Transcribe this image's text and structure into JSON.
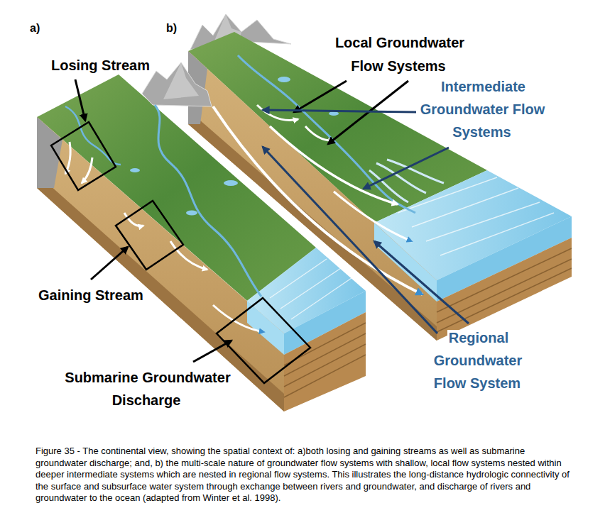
{
  "diagram": {
    "caption": "Figure 35 - The continental view, showing the spatial context of: a)both losing and gaining streams as well as submarine groundwater discharge; and, b) the multi-scale nature of groundwater flow systems with shallow, local flow systems nested within deeper intermediate systems which are nested in regional flow systems. This illustrates the long-distance hydrologic connectivity of the surface and subsurface water system through exchange between rivers and groundwater, and discharge of rivers and groundwater to the ocean (adapted from Winter et al. 1998).",
    "labels": [
      "a)",
      "b)",
      "Losing Stream",
      "Gaining Stream",
      "Submarine Groundwater Discharge",
      "Local Groundwater Flow Systems",
      "Intermediate Groundwater Flow Systems",
      "Regional Groundwater Flow System"
    ]
  }
}
